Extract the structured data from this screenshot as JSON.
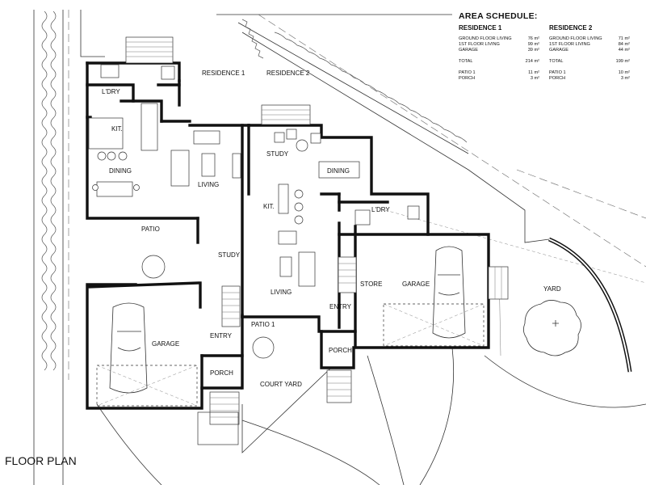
{
  "area_schedule": {
    "title": "AREA SCHEDULE:",
    "residence1": {
      "heading": "RESIDENCE 1",
      "rows": [
        {
          "label": "GROUND FLOOR LIVING",
          "value": "76 m²"
        },
        {
          "label": "1ST FLOOR LIVING",
          "value": "99 m²"
        },
        {
          "label": "GARAGE",
          "value": "39 m²"
        }
      ],
      "total": {
        "label": "TOTAL",
        "value": "214 m²"
      },
      "extras": [
        {
          "label": "PATIO 1",
          "value": "11 m²"
        },
        {
          "label": "PORCH",
          "value": "3 m²"
        }
      ]
    },
    "residence2": {
      "heading": "RESIDENCE 2",
      "rows": [
        {
          "label": "GROUND FLOOR LIVING",
          "value": "71 m²"
        },
        {
          "label": "1ST FLOOR LIVING",
          "value": "84 m²"
        },
        {
          "label": "GARAGE",
          "value": "44 m²"
        }
      ],
      "total": {
        "label": "TOTAL",
        "value": "199 m²"
      },
      "extras": [
        {
          "label": "PATIO 1",
          "value": "10 m²"
        },
        {
          "label": "PORCH",
          "value": "3 m²"
        }
      ]
    }
  },
  "plan_title": "FLOOR PLAN",
  "room_labels": {
    "res1": "RESIDENCE 1",
    "res2": "RESIDENCE 2",
    "ldry1": "L'DRY",
    "kit1": "KIT.",
    "dining1": "DINING",
    "living1": "LIVING",
    "patio1": "PATIO",
    "study1": "STUDY",
    "garage1": "GARAGE",
    "entry1": "ENTRY",
    "porch1": "PORCH",
    "study2": "STUDY",
    "dining2": "DINING",
    "kit2": "KIT.",
    "ldry2": "L'DRY",
    "living2": "LIVING",
    "patio2": "PATIO 1",
    "entry2": "ENTRY",
    "porch2": "PORCH",
    "store2": "STORE",
    "garage2": "GARAGE",
    "courtyard": "COURT YARD",
    "yard": "YARD"
  }
}
